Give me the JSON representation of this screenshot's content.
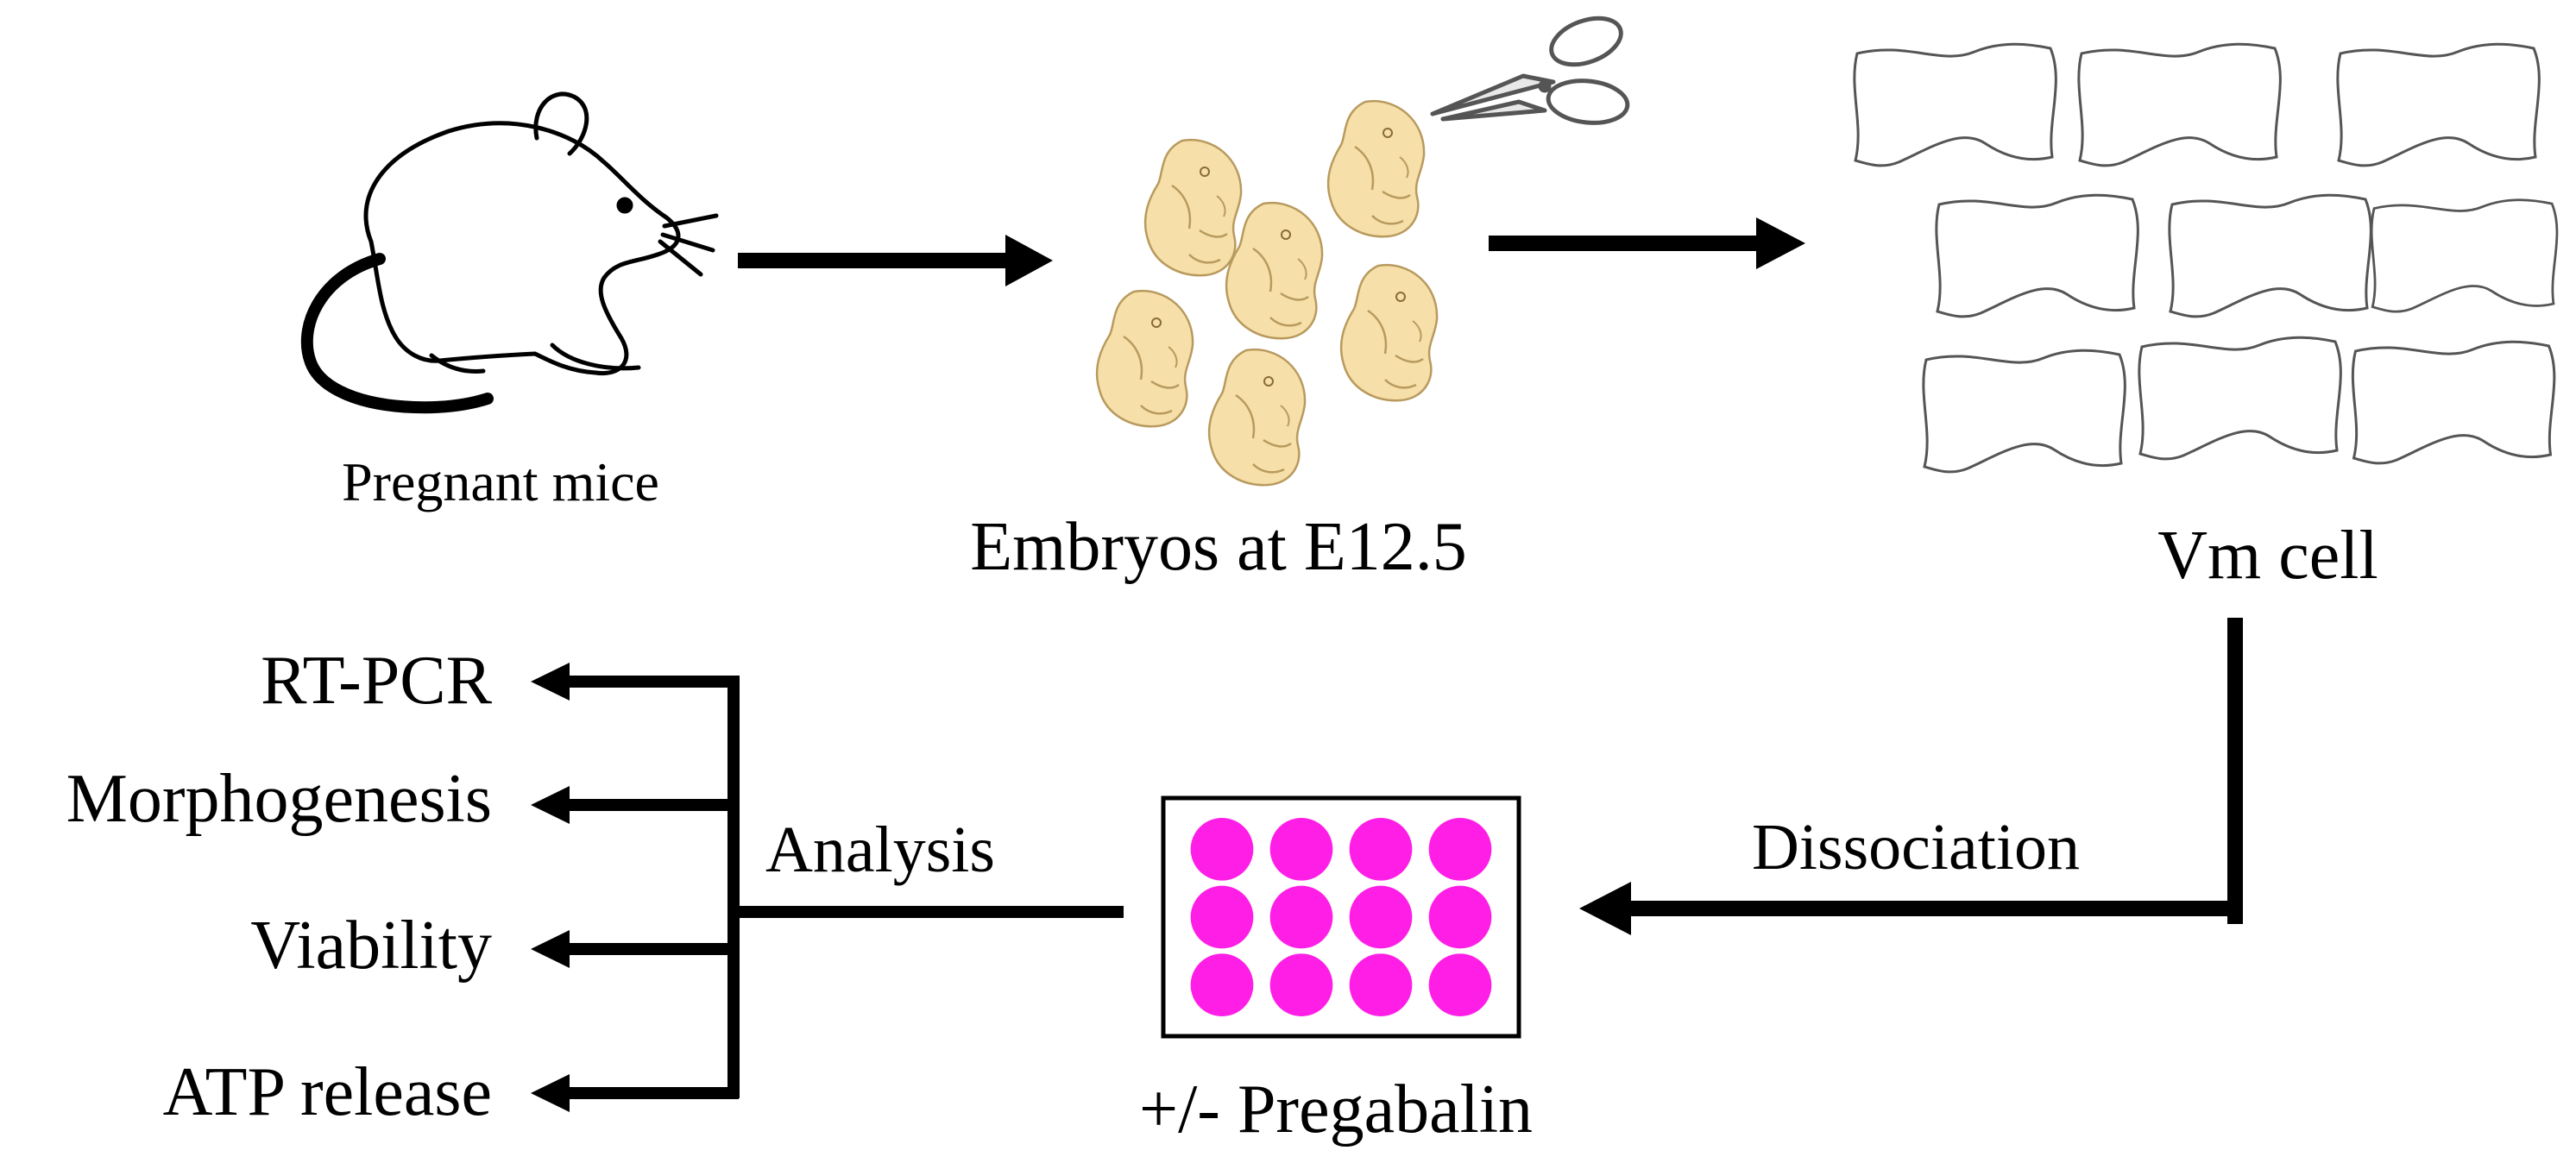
{
  "labels": {
    "pregnant_mice": "Pregnant mice",
    "embryos": "Embryos at E12.5",
    "vm_cell": "Vm cell",
    "dissociation": "Dissociation",
    "pregabalin": "+/- Pregabalin",
    "analysis": "Analysis"
  },
  "outputs": [
    "RT-PCR",
    "Morphogenesis",
    "Viability",
    "ATP release"
  ],
  "plate": {
    "rows": 3,
    "cols": 4
  },
  "colors": {
    "well": "#ff1ee6",
    "embryo_fill": "#f6dfa8",
    "embryo_stroke": "#b89a5e",
    "line": "#000000",
    "cell_outline": "#555555"
  },
  "icons": {
    "animal": "mouse-icon",
    "tool": "scissors-icon",
    "sample": "embryo-icon",
    "cells": "vm-cell-icon",
    "culture": "well-plate-icon"
  }
}
